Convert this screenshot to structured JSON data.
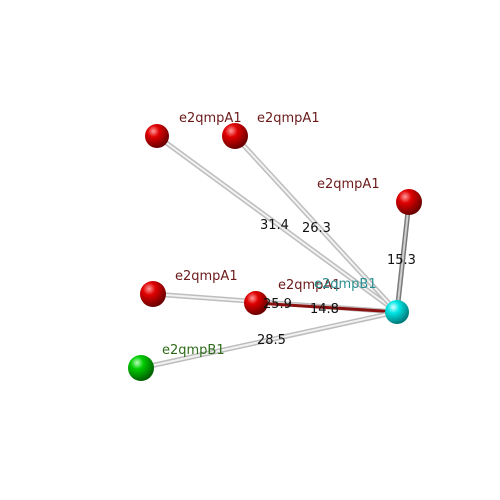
{
  "colors": {
    "red_atom": "#e00000",
    "green_atom": "#00cc00",
    "cyan_atom": "#00e5e5",
    "red_label": "#6b1a1a",
    "green_label": "#2e6b1a",
    "cyan_label": "#2a8f8f",
    "bond_grey": "#c8c8c8",
    "bond_red": "#8b1010"
  },
  "atoms": [
    {
      "id": "a1",
      "label": "e2qmpA1",
      "color": "red"
    },
    {
      "id": "a2",
      "label": "e2qmpA1",
      "color": "red"
    },
    {
      "id": "a3",
      "label": "e2qmpA1",
      "color": "red"
    },
    {
      "id": "a4",
      "label": "e2qmpA1",
      "color": "red"
    },
    {
      "id": "a5",
      "label": "e2qmpA1",
      "color": "red"
    },
    {
      "id": "b1",
      "label": "e2qmpB1",
      "color": "green"
    },
    {
      "id": "center",
      "label": "e2qmpB1",
      "color": "cyan"
    }
  ],
  "distances": [
    {
      "from": "a1",
      "value": "31.4"
    },
    {
      "from": "a2",
      "value": "26.3"
    },
    {
      "from": "a3",
      "value": "15.3"
    },
    {
      "from": "a4",
      "value": "25.9"
    },
    {
      "from": "a5",
      "value": "14.8"
    },
    {
      "from": "b1",
      "value": "28.5"
    }
  ]
}
